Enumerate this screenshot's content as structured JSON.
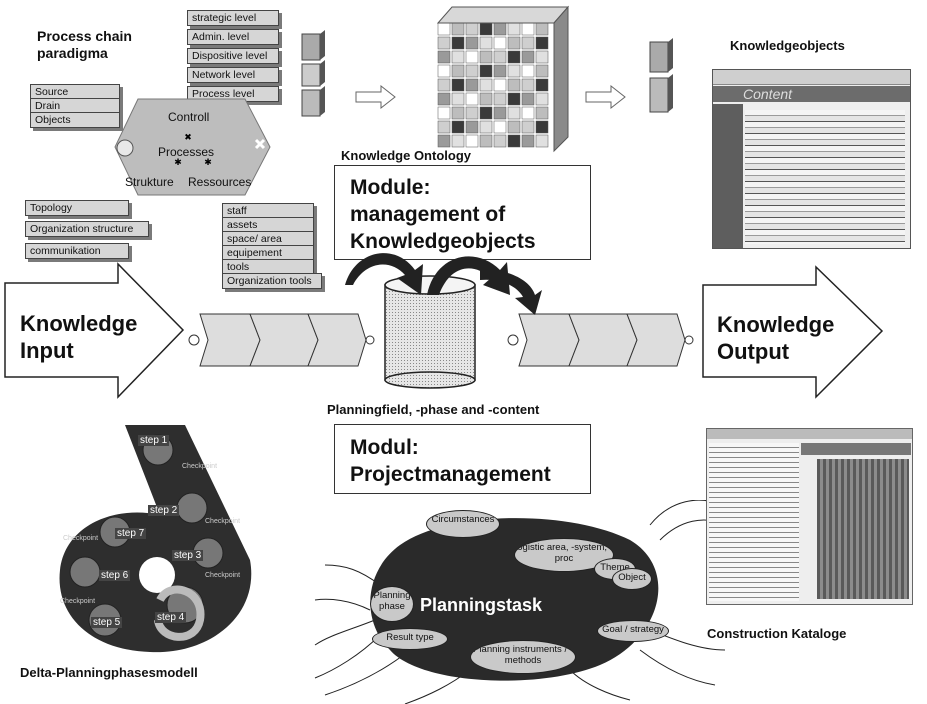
{
  "process_chain": {
    "title": "Process chain paradigma",
    "levels": [
      "strategic level",
      "Admin. level",
      "Dispositive level",
      "Network level",
      "Process level"
    ],
    "inputs": [
      "Source",
      "Drain",
      "Objects"
    ],
    "hex_labels": {
      "control": "Controll",
      "processes": "Processes",
      "structure": "Strukture",
      "resources": "Ressources"
    },
    "structure_items": [
      "Topology",
      "Organization structure",
      "communikation"
    ],
    "resource_items": [
      "staff",
      "assets",
      "space/ area",
      "equipement",
      "tools",
      "Organization tools"
    ]
  },
  "ontology": {
    "label": "Knowledge Ontology"
  },
  "knowledgeobjects": {
    "label": "Knowledgeobjects",
    "screenshot_header": "Content"
  },
  "module_management": {
    "line1": "Module:",
    "line2": "management of",
    "line3": "Knowledgeobjects"
  },
  "input_arrow": {
    "line1": "Knowledge",
    "line2": "Input"
  },
  "output_arrow": {
    "line1": "Knowledge",
    "line2": "Output"
  },
  "planning_field": {
    "label": "Planningfield, -phase and -content"
  },
  "module_project": {
    "line1": "Modul:",
    "line2": "Projectmanagement"
  },
  "delta_model": {
    "label": "Delta-Planningphasesmodell",
    "steps": [
      "step 1",
      "step 2",
      "step 3",
      "step 4",
      "step 5",
      "step 6",
      "step 7"
    ],
    "checkpoint": "Checkpoint"
  },
  "planningstask": {
    "center": "Planningstask",
    "bubbles": [
      "Circumstances",
      "logistic area, -system, -proc",
      "Theme",
      "Object",
      "Planning phase",
      "Goal / strategy",
      "Result type",
      "Planning instruments / -methods"
    ]
  },
  "construction": {
    "label": "Construction Kataloge"
  }
}
